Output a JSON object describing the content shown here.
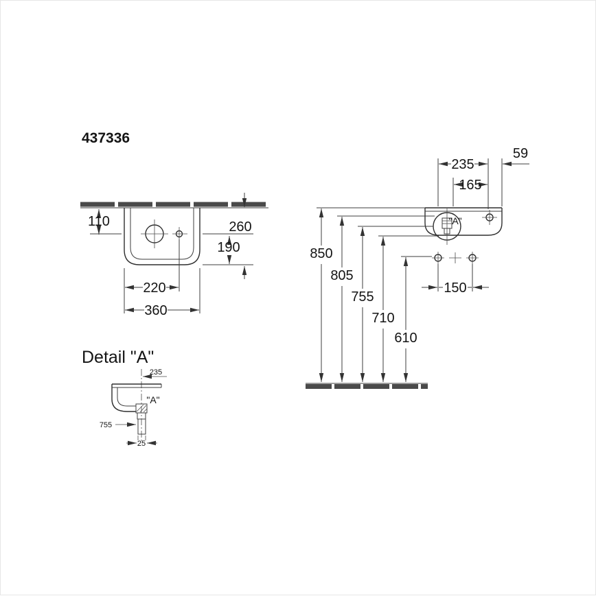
{
  "drawing": {
    "product_code": "437336",
    "plan_view": {
      "wall_offset": "110",
      "depth": "260",
      "front_depth": "190",
      "tap_offset": "220",
      "width": "360"
    },
    "elevation": {
      "top_span": "235",
      "side_offset": "59",
      "tap_span": "165",
      "h_rim": "850",
      "h_overflow": "805",
      "h_trap": "755",
      "h_bottom": "710",
      "h_fixing": "610",
      "fixing_span": "150",
      "detail_label": "\"A\""
    },
    "detail": {
      "heading": "Detail \"A\"",
      "center_dim": "235",
      "label": "\"A\"",
      "height": "755",
      "pipe_width": "25"
    }
  }
}
